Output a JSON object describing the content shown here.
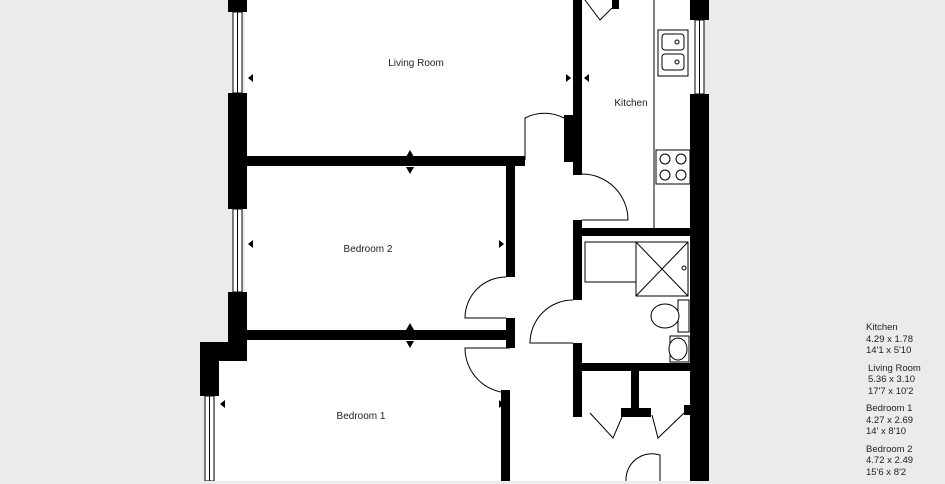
{
  "rooms": {
    "living_room": "Living Room",
    "kitchen": "Kitchen",
    "bedroom_2": "Bedroom 2",
    "bedroom_1": "Bedroom 1"
  },
  "legend": [
    {
      "name": "Kitchen",
      "metric": "4.29 x 1.78",
      "imperial": "14'1 x 5'10"
    },
    {
      "name": "Living Room",
      "metric": "5.36 x 3.10",
      "imperial": "17'7 x 10'2"
    },
    {
      "name": "Bedroom 1",
      "metric": "4.27 x 2.69",
      "imperial": "14' x 8'10"
    },
    {
      "name": "Bedroom 2",
      "metric": "4.72 x 2.49",
      "imperial": "15'6 x 8'2"
    }
  ],
  "colors": {
    "wall": "#000000",
    "background": "#ebebeb",
    "fixture": "#ffffff"
  }
}
